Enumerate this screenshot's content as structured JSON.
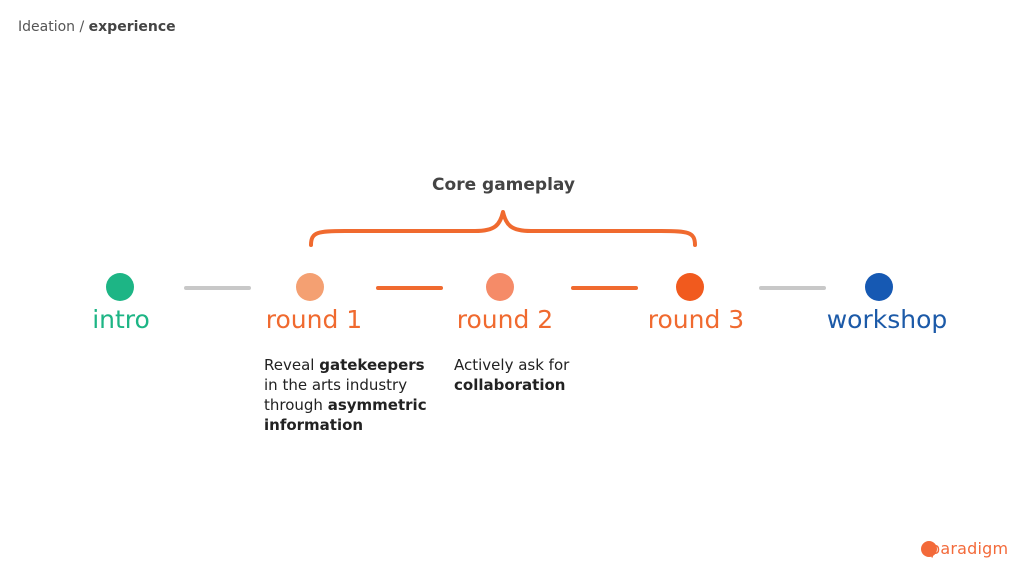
{
  "breadcrumb": {
    "parent": "Ideation",
    "separator": " / ",
    "current": "experience"
  },
  "core": {
    "title": "Core gameplay"
  },
  "steps": [
    {
      "label": "intro",
      "color": "#1db585"
    },
    {
      "label": "round 1",
      "color": "#f4a072"
    },
    {
      "label": "round 2",
      "color": "#f58b68"
    },
    {
      "label": "round 3",
      "color": "#f15a1e"
    },
    {
      "label": "workshop",
      "color": "#1659b3"
    }
  ],
  "label_colors": {
    "intro": "#1db585",
    "rounds": "#f06a2f",
    "workshop": "#1c5aa8"
  },
  "connector_colors": {
    "neutral": "#c8c8c8",
    "core": "#f06a2f"
  },
  "descriptions": {
    "round1": [
      {
        "text": "Reveal ",
        "bold": false
      },
      {
        "text": "gatekeepers",
        "bold": true
      },
      {
        "text": " in the arts industry through ",
        "bold": false
      },
      {
        "text": "asymmetric information",
        "bold": true
      }
    ],
    "round2": [
      {
        "text": "Actively ask for ",
        "bold": false
      },
      {
        "text": "collaboration",
        "bold": true
      }
    ]
  },
  "logo": {
    "text": "paradigm",
    "color": "#f36a3a"
  }
}
